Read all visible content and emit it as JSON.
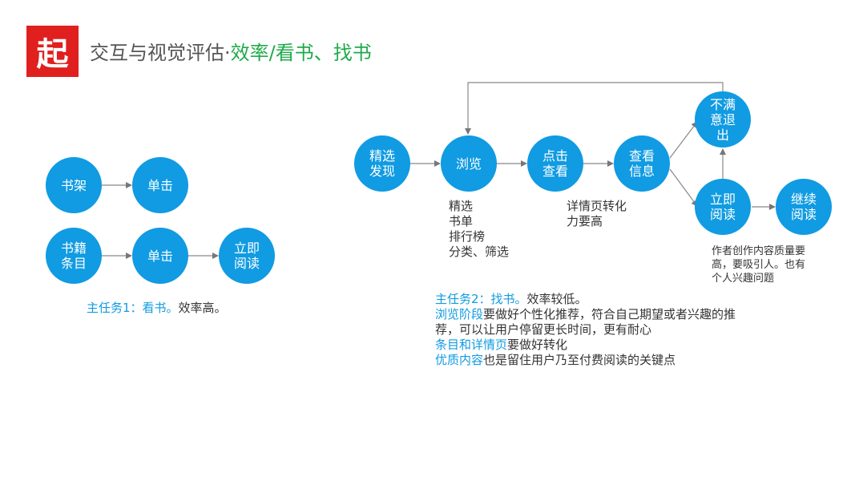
{
  "header": {
    "logo_text": "起",
    "title_prefix": "交互与视觉评估·",
    "title_accent": "效率/看书、找书"
  },
  "colors": {
    "node_blue": "#109be2",
    "accent_green": "#1faa4a",
    "logo_red": "#e01f1f"
  },
  "task1": {
    "node_shelf": "书架",
    "node_click1": "单击",
    "node_item": "书籍\n条目",
    "node_click2": "单击",
    "node_read": "立即\n阅读",
    "caption_highlight": "主任务1：看书。",
    "caption_rest": "效率高。"
  },
  "task2": {
    "node_discover": "精选\n发现",
    "node_browse": "浏览",
    "node_click_view": "点击\n查看",
    "node_view_info": "查看\n信息",
    "node_unsatisfied": "不满\n意退\n出",
    "node_read_now": "立即\n阅读",
    "node_continue": "继续\n阅读",
    "browse_note": "精选\n书单\n排行榜\n分类、筛选",
    "detail_note": "详情页转化\n力要高",
    "quality_note": "作者创作内容质量要\n高，要吸引人。也有\n个人兴趣问题",
    "summary": {
      "line1_highlight": "主任务2：找书。",
      "line1_rest": "效率较低。",
      "line2_highlight": "浏览阶段",
      "line2_rest": "要做好个性化推荐，符合自己期望或者兴趣的推",
      "line3": "荐，可以让用户停留更长时间，更有耐心",
      "line4_highlight": "条目和详情页",
      "line4_rest": "要做好转化",
      "line5_highlight": "优质内容",
      "line5_rest": "也是留住用户乃至付费阅读的关键点"
    }
  }
}
